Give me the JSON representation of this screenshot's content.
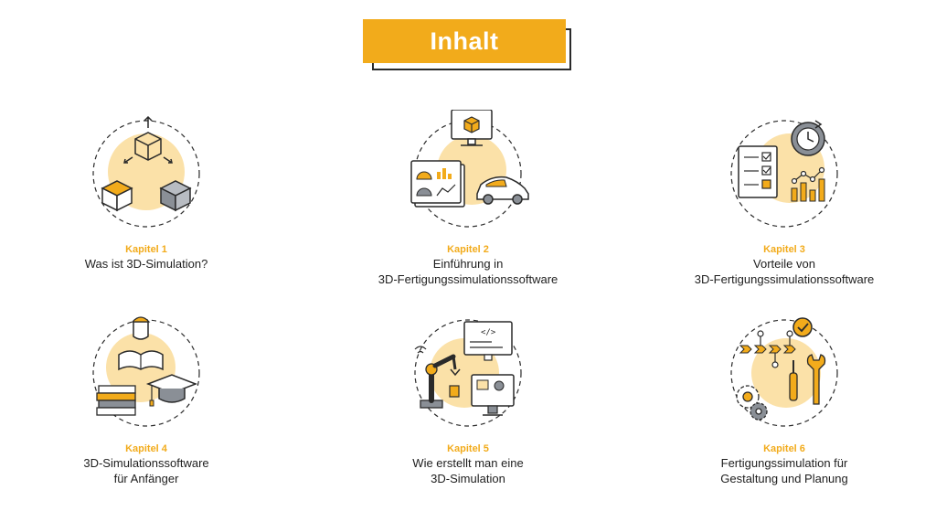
{
  "header": {
    "title": "Inhalt"
  },
  "chapters": [
    {
      "kapitel": "Kapitel 1",
      "line1": "Was ist 3D-Simulation?",
      "line2": "",
      "icon": "cubes-icon"
    },
    {
      "kapitel": "Kapitel 2",
      "line1": "Einführung in",
      "line2": "3D-Fertigungssimulationssoftware",
      "icon": "monitor-dashboard-car-icon"
    },
    {
      "kapitel": "Kapitel 3",
      "line1": "Vorteile von",
      "line2": "3D-Fertigungssimulationssoftware",
      "icon": "checklist-chart-clock-icon"
    },
    {
      "kapitel": "Kapitel 4",
      "line1": "3D-Simulationssoftware",
      "line2": "für Anfänger",
      "icon": "reader-books-graduation-icon"
    },
    {
      "kapitel": "Kapitel 5",
      "line1": "Wie erstellt man eine",
      "line2": "3D-Simulation",
      "icon": "robot-arm-code-icon"
    },
    {
      "kapitel": "Kapitel 6",
      "line1": "Fertigungssimulation für",
      "line2": "Gestaltung und Planung",
      "icon": "process-tools-gears-icon"
    }
  ],
  "colors": {
    "accent": "#f2ab1b",
    "accent_light": "#fbe1a8",
    "line": "#2a2a2a",
    "gray": "#8a8f96"
  }
}
